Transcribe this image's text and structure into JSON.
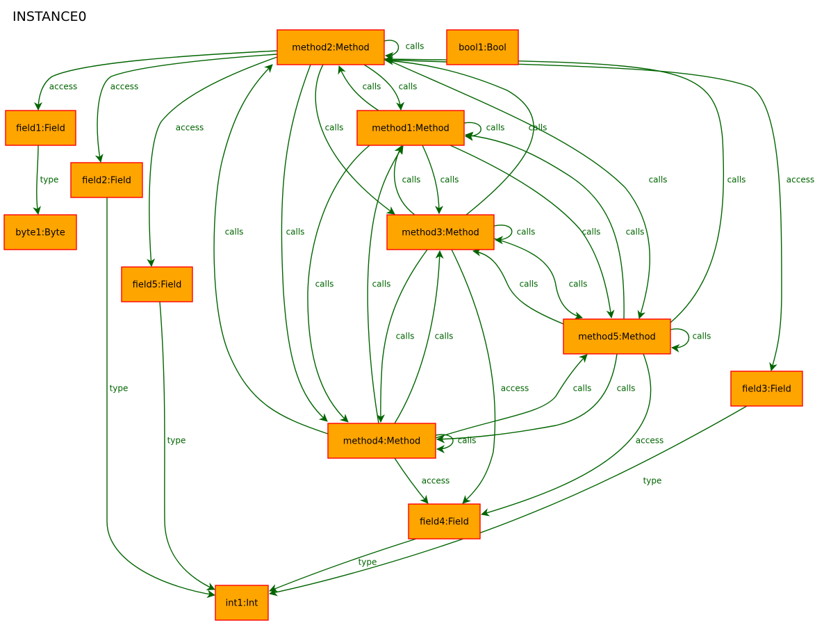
{
  "title": "INSTANCE0",
  "colors": {
    "node_fill": "#FFA500",
    "node_stroke": "#FF0000",
    "edge": "#006400",
    "edge_label": "#006400",
    "text": "#000000",
    "background": "#FFFFFF"
  },
  "nodes": {
    "method2": {
      "label": "method2:Method"
    },
    "bool1": {
      "label": "bool1:Bool"
    },
    "field1": {
      "label": "field1:Field"
    },
    "field2": {
      "label": "field2:Field"
    },
    "byte1": {
      "label": "byte1:Byte"
    },
    "method1": {
      "label": "method1:Method"
    },
    "method3": {
      "label": "method3:Method"
    },
    "field5": {
      "label": "field5:Field"
    },
    "method5": {
      "label": "method5:Method"
    },
    "field3": {
      "label": "field3:Field"
    },
    "method4": {
      "label": "method4:Method"
    },
    "field4": {
      "label": "field4:Field"
    },
    "int1": {
      "label": "int1:Int"
    }
  },
  "edges": [
    {
      "id": "m2-self",
      "from": "method2",
      "to": "method2",
      "label": "calls"
    },
    {
      "id": "m2-f1",
      "from": "method2",
      "to": "field1",
      "label": "access"
    },
    {
      "id": "m2-f2",
      "from": "method2",
      "to": "field2",
      "label": "access"
    },
    {
      "id": "m2-f5",
      "from": "method2",
      "to": "field5",
      "label": "access"
    },
    {
      "id": "m2-m1",
      "from": "method2",
      "to": "method1",
      "label": "calls"
    },
    {
      "id": "m1-m2",
      "from": "method1",
      "to": "method2",
      "label": "calls"
    },
    {
      "id": "m2-m3",
      "from": "method2",
      "to": "method3",
      "label": "calls"
    },
    {
      "id": "m3-m2",
      "from": "method3",
      "to": "method2",
      "label": "calls"
    },
    {
      "id": "m2-m4",
      "from": "method2",
      "to": "method4",
      "label": "calls"
    },
    {
      "id": "m4-m2",
      "from": "method4",
      "to": "method2",
      "label": "calls"
    },
    {
      "id": "m2-m5",
      "from": "method2",
      "to": "method5",
      "label": "calls"
    },
    {
      "id": "m5-m2",
      "from": "method5",
      "to": "method2",
      "label": "calls"
    },
    {
      "id": "m2-f3",
      "from": "method2",
      "to": "field3",
      "label": "access"
    },
    {
      "id": "f1-b1",
      "from": "field1",
      "to": "byte1",
      "label": "type"
    },
    {
      "id": "f2-i1",
      "from": "field2",
      "to": "int1",
      "label": "type"
    },
    {
      "id": "f5-i1",
      "from": "field5",
      "to": "int1",
      "label": "type"
    },
    {
      "id": "m1-self",
      "from": "method1",
      "to": "method1",
      "label": "calls"
    },
    {
      "id": "m1-m3",
      "from": "method1",
      "to": "method3",
      "label": "calls"
    },
    {
      "id": "m3-m1",
      "from": "method3",
      "to": "method1",
      "label": "calls"
    },
    {
      "id": "m1-m4",
      "from": "method1",
      "to": "method4",
      "label": "calls"
    },
    {
      "id": "m4-m1",
      "from": "method4",
      "to": "method1",
      "label": "calls"
    },
    {
      "id": "m1-m5",
      "from": "method1",
      "to": "method5",
      "label": "calls"
    },
    {
      "id": "m5-m1",
      "from": "method5",
      "to": "method1",
      "label": "calls"
    },
    {
      "id": "m3-self",
      "from": "method3",
      "to": "method3",
      "label": "calls"
    },
    {
      "id": "m3-m4",
      "from": "method3",
      "to": "method4",
      "label": "calls"
    },
    {
      "id": "m4-m3",
      "from": "method4",
      "to": "method3",
      "label": "calls"
    },
    {
      "id": "m3-m5",
      "from": "method3",
      "to": "method5",
      "label": "calls"
    },
    {
      "id": "m5-m3",
      "from": "method5",
      "to": "method3",
      "label": "calls"
    },
    {
      "id": "m3-f4",
      "from": "method3",
      "to": "field4",
      "label": "access"
    },
    {
      "id": "m5-self",
      "from": "method5",
      "to": "method5",
      "label": "calls"
    },
    {
      "id": "m4-m5",
      "from": "method4",
      "to": "method5",
      "label": "calls"
    },
    {
      "id": "m5-m4",
      "from": "method5",
      "to": "method4",
      "label": "calls"
    },
    {
      "id": "m5-f4",
      "from": "method5",
      "to": "field4",
      "label": "access"
    },
    {
      "id": "m4-self",
      "from": "method4",
      "to": "method4",
      "label": "calls"
    },
    {
      "id": "m4-f4",
      "from": "method4",
      "to": "field4",
      "label": "access"
    },
    {
      "id": "f3-i1",
      "from": "field3",
      "to": "int1",
      "label": "type"
    },
    {
      "id": "f4-i1",
      "from": "field4",
      "to": "int1",
      "label": "type"
    }
  ]
}
